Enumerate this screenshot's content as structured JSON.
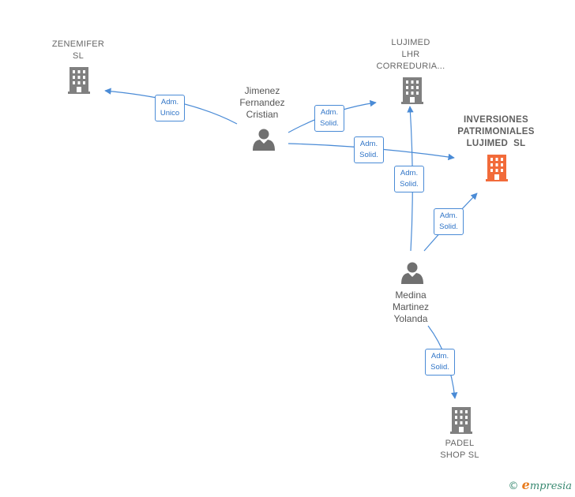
{
  "nodes": {
    "zenemifer": {
      "line1": "ZENEMIFER",
      "line2": "SL",
      "color": "#808080"
    },
    "lujimed_lhr": {
      "line1": "LUJIMED",
      "line2": "LHR",
      "line3": "CORREDURIA...",
      "color": "#808080"
    },
    "inversiones": {
      "line1": "INVERSIONES",
      "line2": "PATRIMONIALES",
      "line3": "LUJIMED  SL",
      "color": "#f26b3a"
    },
    "padel": {
      "line1": "PADEL",
      "line2": "SHOP SL",
      "color": "#808080"
    },
    "jimenez": {
      "line1": "Jimenez",
      "line2": "Fernandez",
      "line3": "Cristian"
    },
    "medina": {
      "line1": "Medina",
      "line2": "Martinez",
      "line3": "Yolanda"
    }
  },
  "edges": {
    "e1": {
      "line1": "Adm.",
      "line2": "Unico"
    },
    "e2": {
      "line1": "Adm.",
      "line2": "Solid."
    },
    "e3": {
      "line1": "Adm.",
      "line2": "Solid."
    },
    "e4": {
      "line1": "Adm.",
      "line2": "Solid."
    },
    "e5": {
      "line1": "Adm.",
      "line2": "Solid."
    },
    "e6": {
      "line1": "Adm.",
      "line2": "Solid."
    }
  },
  "footer": {
    "copyright": "©",
    "brand_initial": "e",
    "brand_rest": "mpresia"
  },
  "colors": {
    "edge": "#4a8bd6",
    "building": "#808080",
    "main_building": "#f26b3a",
    "person": "#707070"
  }
}
